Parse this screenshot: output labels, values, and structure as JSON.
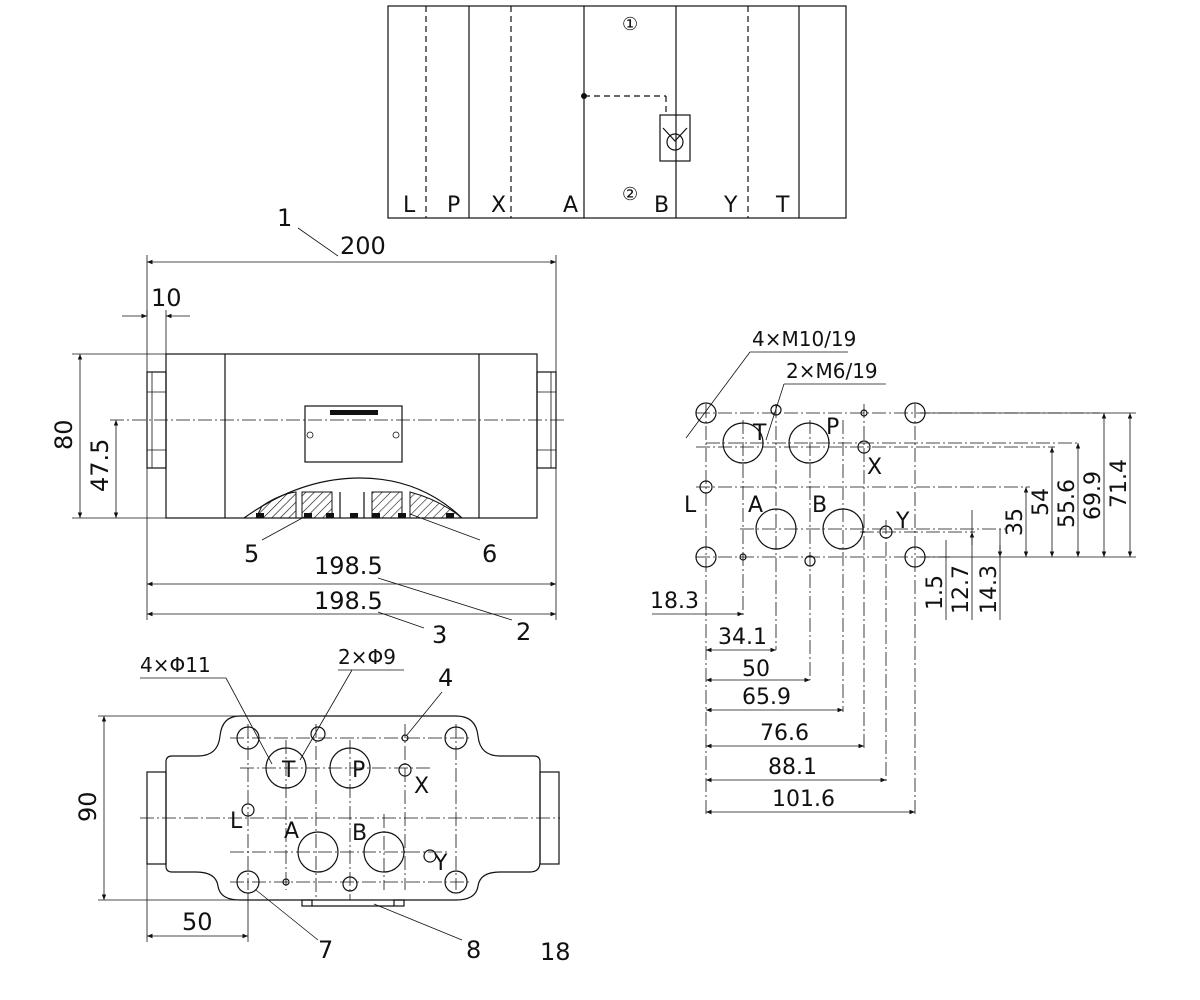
{
  "schematic": {
    "port_labels": [
      "L",
      "P",
      "X",
      "A",
      "B",
      "Y",
      "T"
    ],
    "marker_1": "①",
    "marker_2": "②"
  },
  "front_view": {
    "callout_1": "1",
    "dim_width_total": "200",
    "dim_flange": "10",
    "dim_height": "80",
    "dim_center_height": "47.5",
    "callout_5": "5",
    "callout_6": "6",
    "dim_length_a": "198.5",
    "dim_length_b": "198.5",
    "callout_3": "3",
    "callout_2": "2"
  },
  "bottom_view": {
    "holes_large": "4×Φ11",
    "holes_small": "2×Φ9",
    "callout_4": "4",
    "dim_height": "90",
    "dim_offset": "50",
    "callout_7": "7",
    "callout_8": "8",
    "page_number": "18",
    "port_T": "T",
    "port_P": "P",
    "port_X": "X",
    "port_L": "L",
    "port_A": "A",
    "port_B": "B",
    "port_Y": "Y"
  },
  "port_pattern": {
    "thread_large": "4×M10/19",
    "thread_small": "2×M6/19",
    "port_T": "T",
    "port_P": "P",
    "port_X": "X",
    "port_L": "L",
    "port_A": "A",
    "port_B": "B",
    "port_Y": "Y",
    "vertical_dims": [
      "71.4",
      "69.9",
      "55.6",
      "54",
      "35",
      "14.3",
      "12.7",
      "1.5"
    ],
    "horizontal_dims": [
      "18.3",
      "34.1",
      "50",
      "65.9",
      "76.6",
      "88.1",
      "101.6"
    ]
  }
}
